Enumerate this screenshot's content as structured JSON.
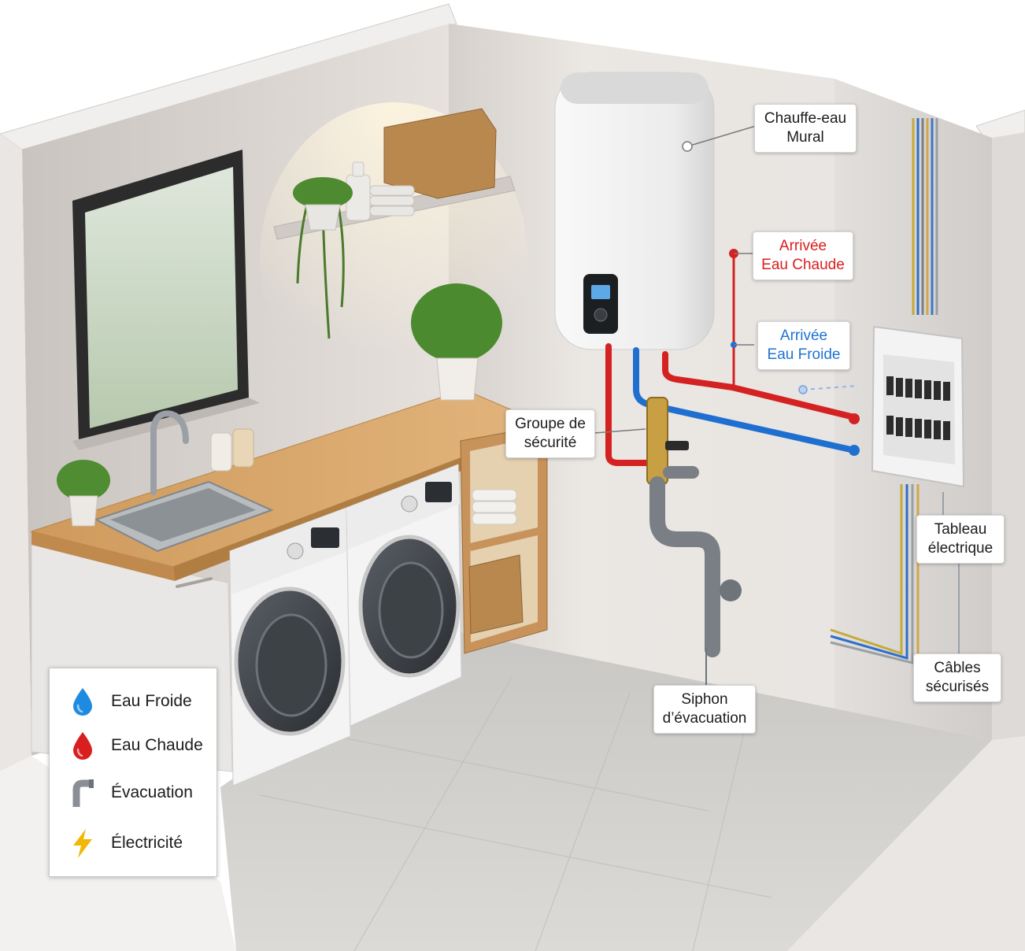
{
  "callouts": {
    "water_heater": [
      "Chauffe-eau",
      "Mural"
    ],
    "hot_inlet": [
      "Arrivée",
      "Eau Chaude"
    ],
    "cold_inlet": [
      "Arrivée",
      "Eau Froide"
    ],
    "safety_group": [
      "Groupe de",
      "sécurité"
    ],
    "panel": [
      "Tableau",
      "électrique"
    ],
    "cables": [
      "Câbles",
      "sécurisés"
    ],
    "siphon": [
      "Siphon",
      "d’évacuation"
    ]
  },
  "legend": {
    "items": [
      {
        "icon": "water-drop-blue-icon",
        "label": "Eau Froide",
        "color": "#1f8be0"
      },
      {
        "icon": "water-drop-red-icon",
        "label": "Eau Chaude",
        "color": "#d81e1e"
      },
      {
        "icon": "drain-pipe-icon",
        "label": "Évacuation",
        "color": "#8a8f95"
      },
      {
        "icon": "lightning-icon",
        "label": "Électricité",
        "color": "#f2b705"
      }
    ]
  },
  "colors": {
    "hot_pipe": "#d42222",
    "cold_pipe": "#1f6fd0",
    "drain_pipe": "#7a7f85",
    "brass": "#c8a043",
    "countertop": "#d9a76a",
    "wall": "#e6e2de"
  }
}
